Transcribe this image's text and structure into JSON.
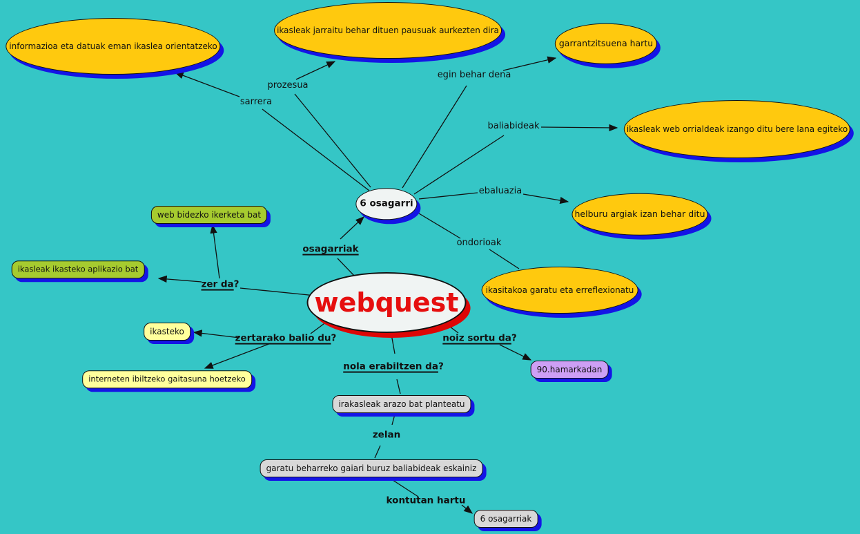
{
  "diagram": {
    "type": "concept-map",
    "topic": "webquest",
    "background_color": "#35C6C6"
  },
  "colors": {
    "yellow_ellipse": "#FFC90E",
    "white_ellipse": "#F0F4F3",
    "green_box": "#A6CB2F",
    "pale_yellow_box": "#FFFF9C",
    "purple_box": "#CD9FF5",
    "gray_box": "#D8D8D8",
    "blue_shadow": "#1414E6",
    "red_shadow": "#DD0606",
    "webquest_text": "#E60F0F",
    "line": "#111111"
  },
  "nodes": {
    "webquest": {
      "text": "webquest"
    },
    "osagarri6": {
      "text": "6 osagarri"
    },
    "info": {
      "text": "informazioa eta datuak eman ikaslea orientatzeko"
    },
    "pausuak": {
      "text": "ikasleak jarraitu behar dituen pausuak aurkezten dira"
    },
    "garrantzitsuena": {
      "text": "garrantzitsuena hartu"
    },
    "weborrialdeak": {
      "text": "ikasleak web orrialdeak izango ditu bere lana egiteko"
    },
    "helburu": {
      "text": "helburu argiak izan behar ditu"
    },
    "ikasitakoa": {
      "text": "ikasitakoa garatu eta erreflexionatu"
    },
    "webbidezko": {
      "text": "web bidezko ikerketa bat"
    },
    "aplikazio": {
      "text": "ikasleak ikasteko aplikazio bat"
    },
    "ikasteko": {
      "text": "ikasteko"
    },
    "interneten": {
      "text": "interneten ibiltzeko gaitasuna hoetzeko"
    },
    "hamarkada": {
      "text": "90.hamarkadan"
    },
    "irakasleak": {
      "text": "irakasleak arazo bat planteatu"
    },
    "garatu": {
      "text": "garatu beharreko gaiari buruz baliabideak eskainiz"
    },
    "osagarriak6": {
      "text": "6 osagarriak"
    }
  },
  "labels": {
    "sarrera": {
      "text": "sarrera",
      "suffix": ""
    },
    "prozesua": {
      "text": "prozesua",
      "suffix": ""
    },
    "eginbehar": {
      "text": "egin behar dena",
      "suffix": ""
    },
    "baliabideak": {
      "text": "baliabideak",
      "suffix": ""
    },
    "ebaluazia": {
      "text": "ebaluazia",
      "suffix": ""
    },
    "ondorioak": {
      "text": "ondorioak",
      "suffix": ""
    },
    "osagarriak": {
      "text": "osagarriak",
      "suffix": ""
    },
    "zerda": {
      "text": "zer da",
      "suffix": "?"
    },
    "zertarako": {
      "text": "zertarako balio du",
      "suffix": "?"
    },
    "noizsortu": {
      "text": "noiz sortu da",
      "suffix": "?"
    },
    "nola": {
      "text": "nola erabiltzen da",
      "suffix": "?"
    },
    "zelan": {
      "text": "zelan",
      "suffix": ""
    },
    "kontutan": {
      "text": "kontutan hartu",
      "suffix": ""
    }
  }
}
